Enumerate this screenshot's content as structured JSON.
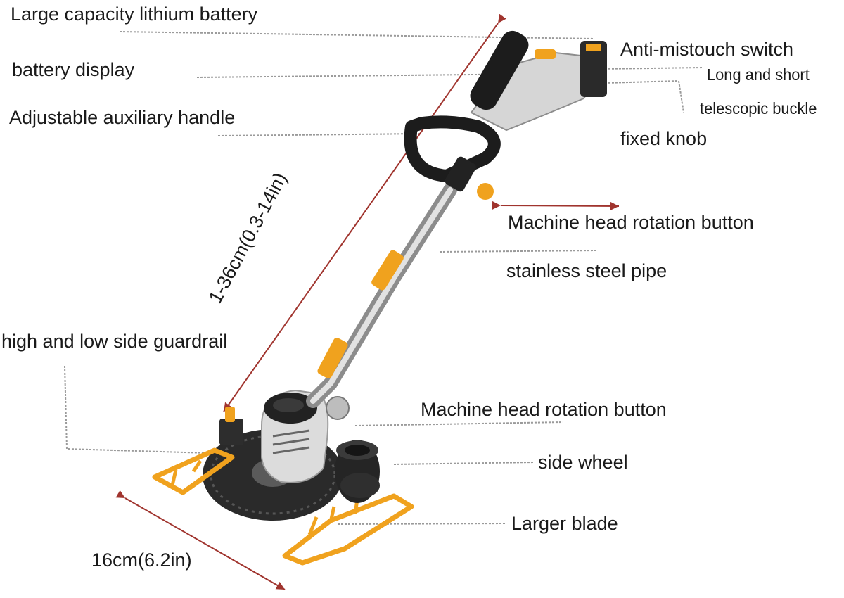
{
  "labels": {
    "battery": "Large capacity lithium battery",
    "battery_display": "battery display",
    "aux_handle": "Adjustable auxiliary handle",
    "anti_mistouch": "Anti-mistouch switch",
    "long_short": "Long and short",
    "telescopic_buckle": "telescopic buckle",
    "fixed_knob": "fixed knob",
    "head_rotation_upper": "Machine head rotation button",
    "steel_pipe": "stainless steel pipe",
    "guardrail": "high and low side guardrail",
    "head_rotation_lower": "Machine head rotation button",
    "side_wheel": "side wheel",
    "blade": "Larger blade"
  },
  "dimensions": {
    "length": "1-36cm(0.3-14in)",
    "width": "16cm(6.2in)"
  },
  "colors": {
    "arrow": "#a0342e",
    "accent": "#f0a21e",
    "body": "#d8d8d8",
    "dark": "#1f1f1f",
    "leader": "#9a9a9a"
  }
}
